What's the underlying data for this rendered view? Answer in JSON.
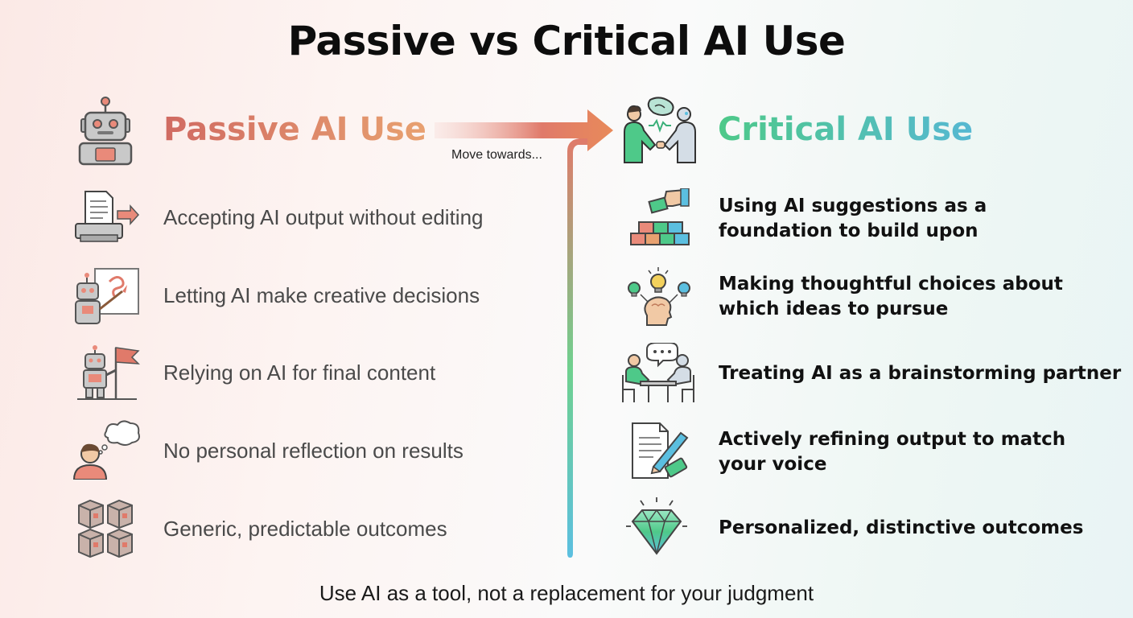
{
  "title": "Passive vs Critical AI Use",
  "passive": {
    "heading": "Passive AI Use",
    "items": [
      {
        "text": "Accepting AI output without editing",
        "icon": "document-printer-arrow-icon"
      },
      {
        "text": "Letting AI make creative decisions",
        "icon": "robot-painting-icon"
      },
      {
        "text": "Relying on AI for final content",
        "icon": "robot-flag-icon"
      },
      {
        "text": "No personal reflection on results",
        "icon": "person-thought-bubble-icon"
      },
      {
        "text": "Generic, predictable outcomes",
        "icon": "stacked-boxes-icon"
      }
    ]
  },
  "critical": {
    "heading": "Critical AI Use",
    "items": [
      {
        "text": "Using AI suggestions as a\nfoundation to build upon",
        "icon": "hand-placing-block-icon"
      },
      {
        "text": "Making thoughtful choices about\nwhich ideas to pursue",
        "icon": "head-lightbulbs-icon"
      },
      {
        "text": "Treating AI as a brainstorming partner",
        "icon": "person-robot-table-icon"
      },
      {
        "text": "Actively refining output to match\nyour voice",
        "icon": "document-pencil-eraser-icon"
      },
      {
        "text": "Personalized, distinctive outcomes",
        "icon": "diamond-icon"
      }
    ]
  },
  "arrow_label": "Move towards...",
  "footer": "Use AI as a tool, not a replacement for your judgment",
  "colors": {
    "passive_gradient": [
      "#d06a62",
      "#e8a170"
    ],
    "critical_gradient": [
      "#4ec989",
      "#56b8d2"
    ],
    "arrow_gradient": [
      "#e07a6a",
      "#6fd08f",
      "#5bbfe0"
    ]
  }
}
